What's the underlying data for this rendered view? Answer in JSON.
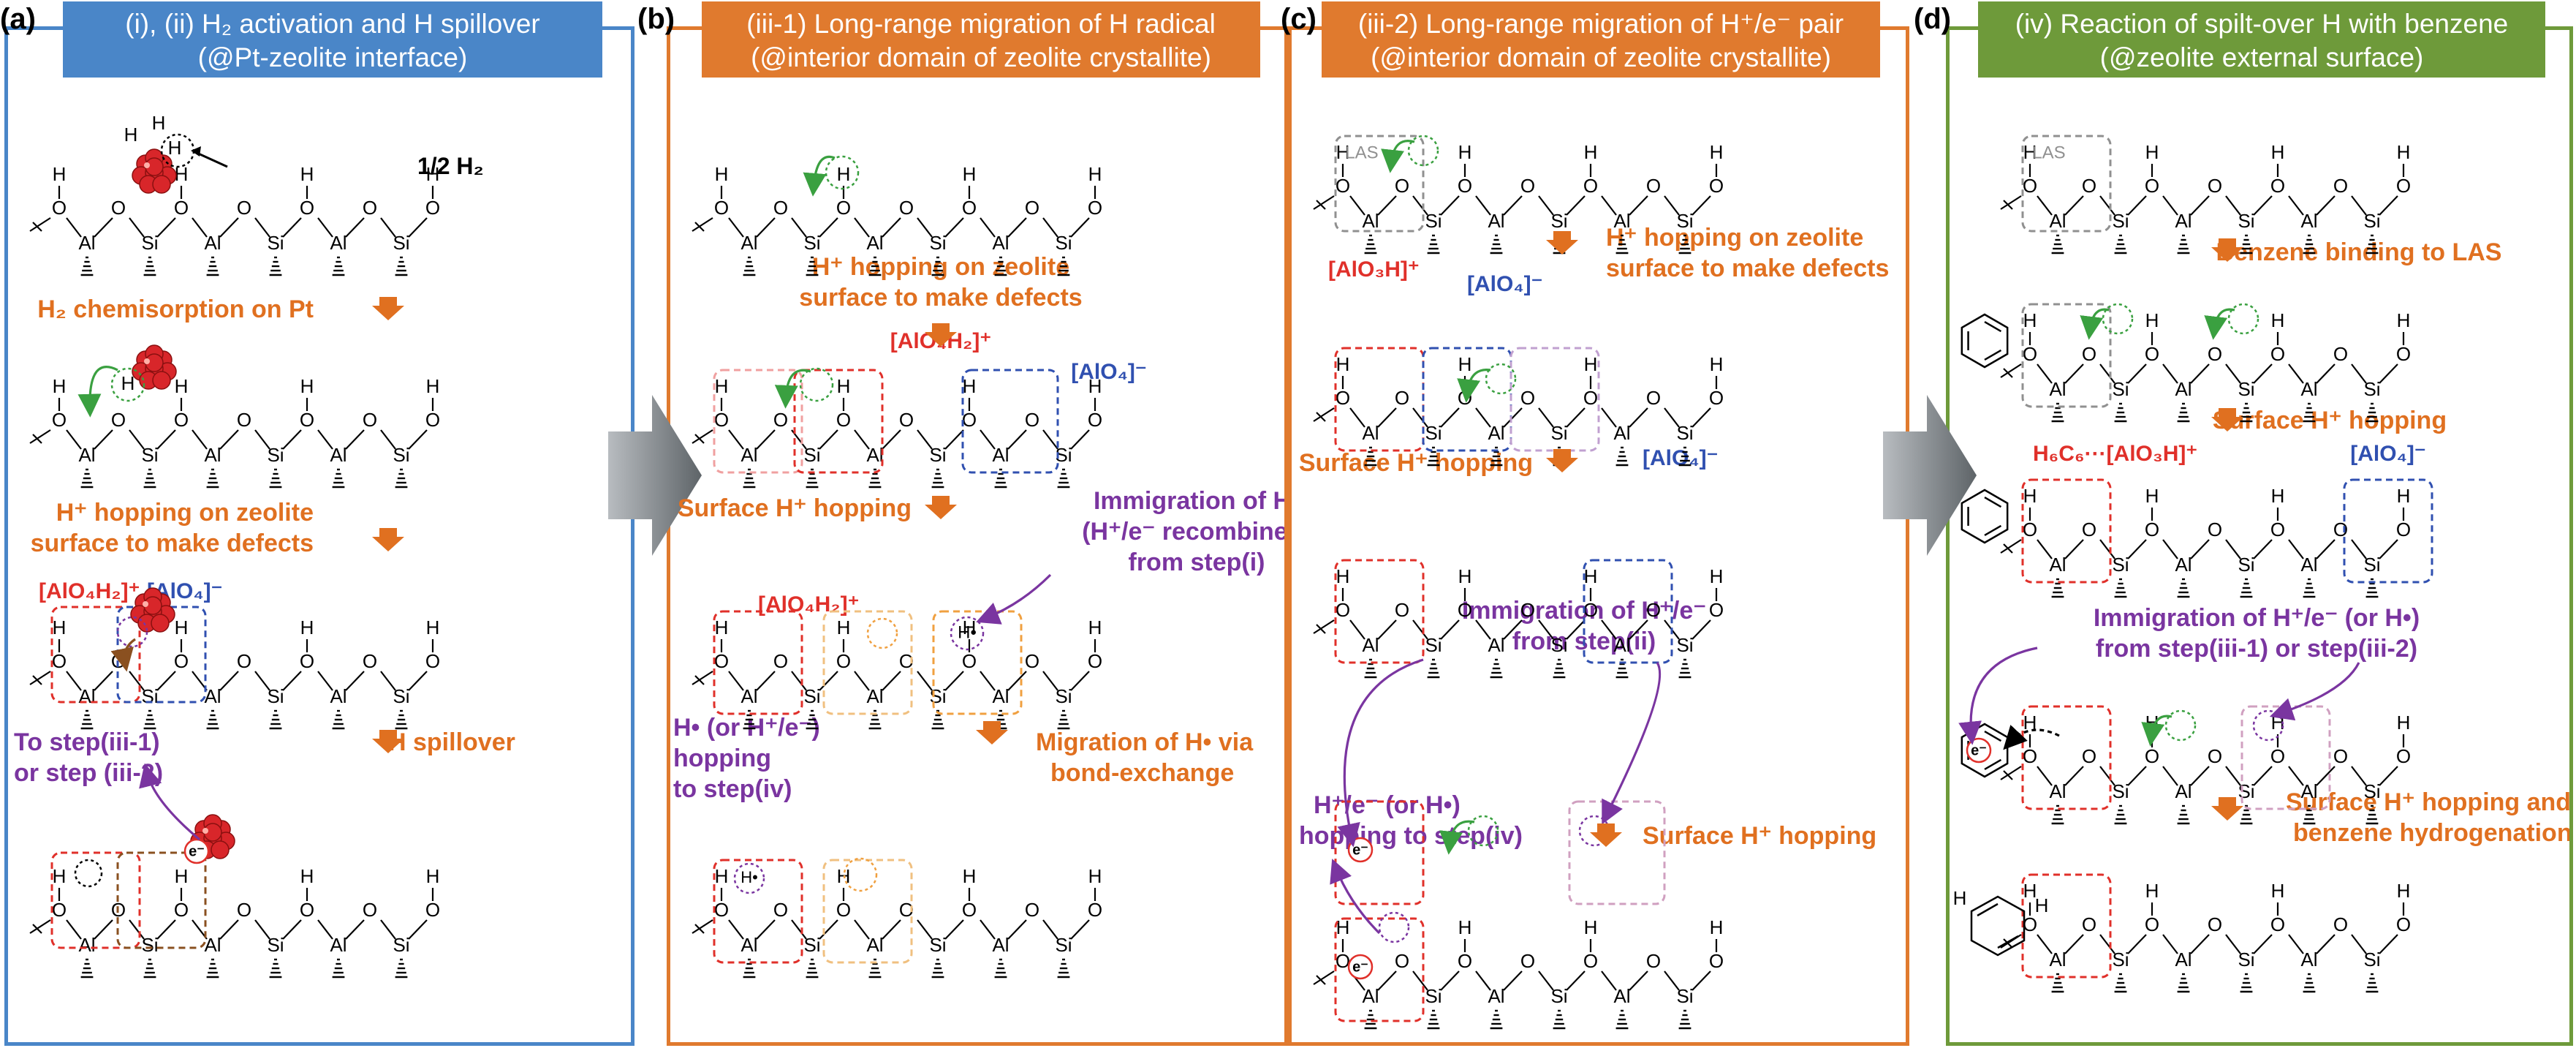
{
  "panels": [
    {
      "tag": "(a)",
      "title1": "(i), (ii)  H₂ activation and H spillover",
      "title2": "(@Pt-zeolite interface)",
      "color": "#4a86c8"
    },
    {
      "tag": "(b)",
      "title1": "(iii-1) Long-range migration of H radical",
      "title2": "(@interior domain of zeolite crystallite)",
      "color": "#e07a2e"
    },
    {
      "tag": "(c)",
      "title1": "(iii-2) Long-range migration of H⁺/e⁻ pair",
      "title2": "(@interior domain of zeolite crystallite)",
      "color": "#e07a2e"
    },
    {
      "tag": "(d)",
      "title1": "(iv) Reaction of spilt-over H with benzene",
      "title2": "(@zeolite external surface)",
      "color": "#6e9a3a"
    }
  ],
  "atoms": {
    "al": "Al",
    "si": "Si",
    "o": "O",
    "h": "H",
    "e": "e⁻",
    "hdot": "H•",
    "hplus": "H⁺",
    "las": "LAS",
    "h6c6": "H₆C₆···[AlO₃H]⁺"
  },
  "a": {
    "half_h2": "1/2 H₂",
    "step1": "H₂ chemisorption on Pt",
    "step2a": "H⁺ hopping on zeolite",
    "step2b": "surface to make defects",
    "alo4h2": "[AlO₄H₂]⁺",
    "alo4": "[AlO₄]⁻",
    "step3": "H spillover",
    "to_step1": "To step(iii-1)",
    "to_step2": "or step (iii-2)"
  },
  "b": {
    "step1a": "H⁺ hopping on zeolite",
    "step1b": "surface to make defects",
    "alo4h2": "[AlO₄H₂]⁺",
    "alo4": "[AlO₄]⁻",
    "step2": "Surface H⁺ hopping",
    "imm1": "Immigration of H•",
    "imm2": "(H⁺/e⁻ recombined)",
    "imm3": "from step(i)",
    "alo4h2b": "[AlO₄H₂]⁺",
    "hop1": "H• (or H⁺/e⁻)",
    "hop2": "hopping",
    "hop3": "to step(iv)",
    "mig1": "Migration of H• via",
    "mig2": "bond-exchange"
  },
  "c": {
    "step1a": "H⁺ hopping on zeolite",
    "step1b": "surface to make defects",
    "alo3h": "[AlO₃H]⁺",
    "alo4": "[AlO₄]⁻",
    "step2": "Surface H⁺ hopping",
    "alo4b": "[AlO₄]⁻",
    "imm1": "Immigration of H⁺/e⁻",
    "imm2": "from step(ii)",
    "hop1": "H⁺/e⁻ (or H•)",
    "hop2": "hopping to step(iv)",
    "step3": "Surface H⁺ hopping"
  },
  "d": {
    "step1": "Benzene binding to LAS",
    "step2": "Surface H⁺ hopping",
    "alo4": "[AlO₄]⁻",
    "imm1": "Immigration of H⁺/e⁻ (or H•)",
    "imm2": "from step(iii-1) or step(iii-2)",
    "step3a": "Surface H⁺ hopping and",
    "step3b": "benzene hydrogenation"
  }
}
